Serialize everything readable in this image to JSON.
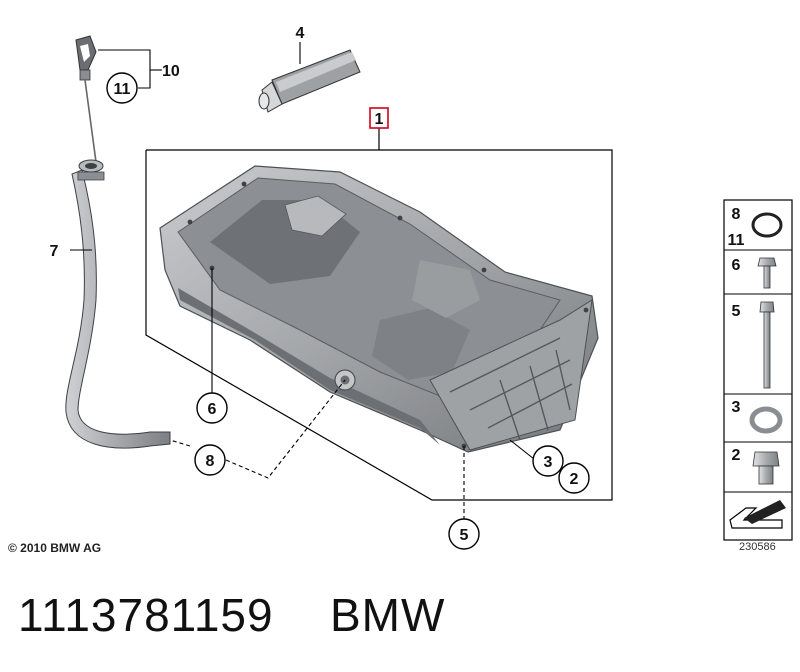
{
  "callouts": {
    "c1": "1",
    "c2": "2",
    "c3": "3",
    "c4": "4",
    "c5": "5",
    "c6": "6",
    "c7": "7",
    "c8": "8",
    "c10": "10",
    "c11": "11"
  },
  "side_panel": {
    "rows": [
      {
        "label": "8"
      },
      {
        "label": "11"
      },
      {
        "label": "6"
      },
      {
        "label": "5"
      },
      {
        "label": "3"
      },
      {
        "label": "2"
      }
    ]
  },
  "copyright": "© 2010 BMW AG",
  "diagram_number": "230586",
  "footer": {
    "part_number": "1113781159",
    "brand": "BMW"
  },
  "colors": {
    "highlight_box": "#d0021b",
    "pan_metal": "#a7aaad",
    "pan_dark": "#6f7377",
    "tube": "#5b5e62",
    "frame": "#000000"
  }
}
